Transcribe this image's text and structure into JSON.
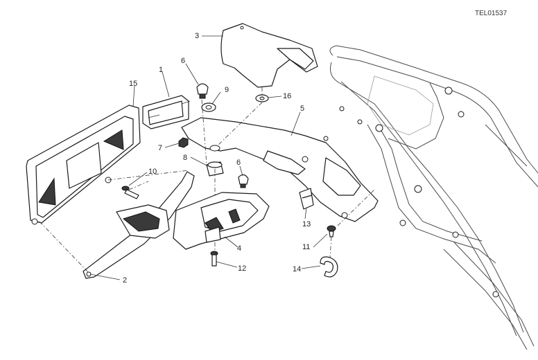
{
  "diagram": {
    "reference_code": "TEL01537",
    "callouts": {
      "c1": "1",
      "c2": "2",
      "c3": "3",
      "c4": "4",
      "c5": "5",
      "c6a": "6",
      "c6b": "6",
      "c7": "7",
      "c8": "8",
      "c9": "9",
      "c10": "10",
      "c11": "11",
      "c12": "12",
      "c13": "13",
      "c14": "14",
      "c15": "15",
      "c16": "16"
    }
  }
}
